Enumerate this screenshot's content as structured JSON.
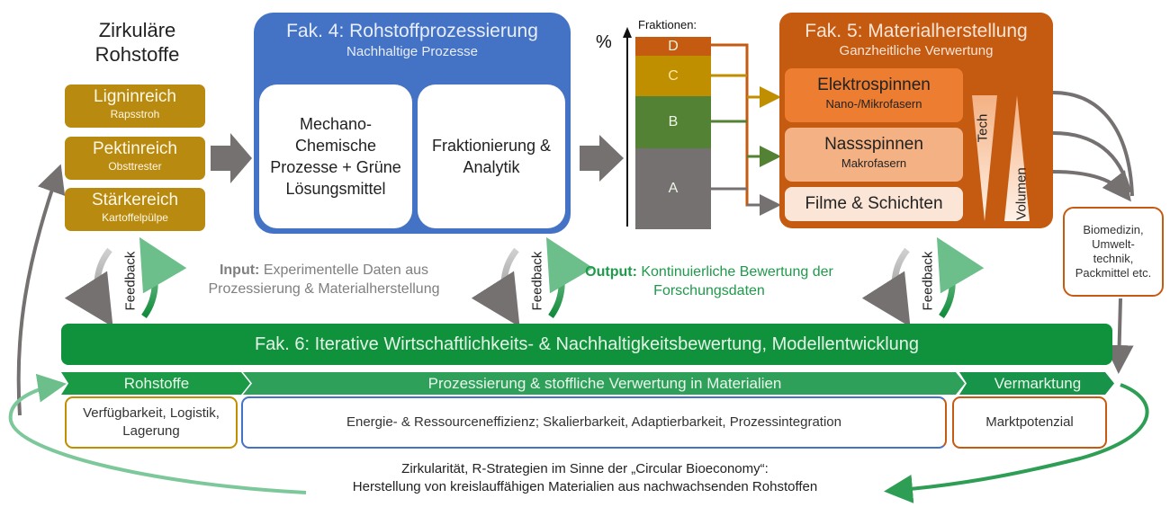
{
  "left": {
    "title": "Zirkuläre Rohstoffe",
    "raw_materials": [
      {
        "name": "Ligninreich",
        "example": "Rapsstroh"
      },
      {
        "name": "Pektinreich",
        "example": "Obsttrester"
      },
      {
        "name": "Stärkereich",
        "example": "Kartoffelpülpe"
      }
    ]
  },
  "fak4": {
    "title": "Fak. 4: Rohstoffprozessierung",
    "subtitle": "Nachhaltige Prozesse",
    "box_left": "Mechano-Chemische Prozesse + Grüne Lösungsmittel",
    "box_right": "Fraktionierung & Analytik"
  },
  "fractions": {
    "axis_label": "%",
    "legend_title": "Fraktionen:",
    "items": [
      {
        "label": "D",
        "percent": 10,
        "color": "#c55a11"
      },
      {
        "label": "C",
        "percent": 21,
        "color": "#bf8f00"
      },
      {
        "label": "B",
        "percent": 27,
        "color": "#548235"
      },
      {
        "label": "A",
        "percent": 42,
        "color": "#767171"
      }
    ]
  },
  "fak5": {
    "title": "Fak. 5: Materialherstellung",
    "subtitle": "Ganzheitliche Verwertung",
    "methods": [
      {
        "name": "Elektrospinnen",
        "product": "Nano-/Mikrofasern"
      },
      {
        "name": "Nassspinnen",
        "product": "Makrofasern"
      },
      {
        "name": "Filme & Schichten",
        "product": ""
      }
    ],
    "triangle_tech": "Tech",
    "triangle_volume": "Volumen"
  },
  "applications": "Biomedizin, Umwelt-technik, Packmittel etc.",
  "feedback_label": "Feedback",
  "input_note": {
    "bold": "Input:",
    "text": "Experimentelle Daten aus Prozessierung & Materialherstellung"
  },
  "output_note": {
    "bold": "Output:",
    "text": "Kontinuierliche Bewertung der Forschungsdaten"
  },
  "fak6": {
    "title": "Fak. 6: Iterative Wirtschaftlichkeits- & Nachhaltigkeitsbewertung, Modellentwicklung",
    "categories": [
      {
        "label": "Rohstoffe",
        "criteria": "Verfügbarkeit, Logistik, Lagerung"
      },
      {
        "label": "Prozessierung & stoffliche Verwertung in Materialien",
        "criteria": "Energie- & Ressourceneffizienz; Skalierbarkeit, Adaptierbarkeit, Prozessintegration"
      },
      {
        "label": "Vermarktung",
        "criteria": "Marktpotenzial"
      }
    ]
  },
  "footer": {
    "line1": "Zirkularität, R-Strategien im Sinne der „Circular Bioeconomy“:",
    "line2": "Herstellung von kreislauffähigen Materialien aus nachwachsenden Rohstoffen"
  }
}
